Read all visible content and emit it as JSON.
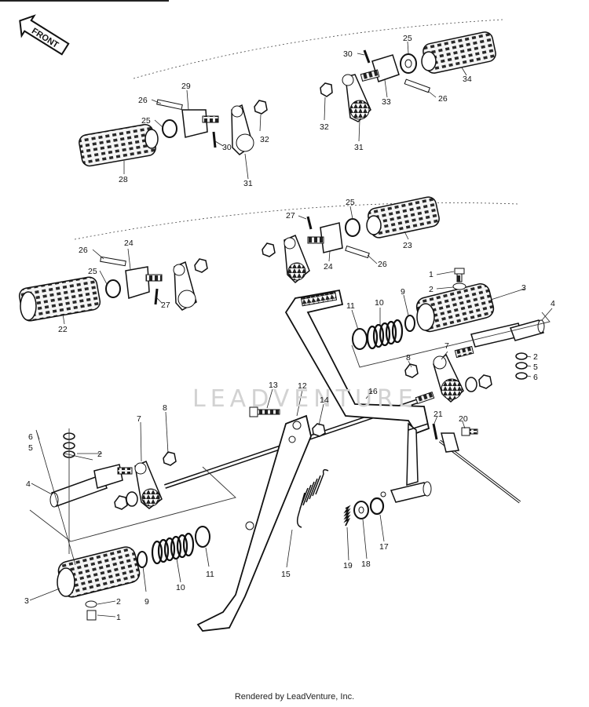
{
  "diagram": {
    "front_label": "FRONT",
    "watermark": "LEADVENTURE",
    "footer": "Rendered by LeadVenture, Inc.",
    "callouts": {
      "c30a": "30",
      "c25a": "25",
      "c34": "34",
      "c33": "33",
      "c26a": "26",
      "c32a": "32",
      "c31a": "31",
      "c26b": "26",
      "c29": "29",
      "c25b": "25",
      "c28": "28",
      "c30b": "30",
      "c32b": "32",
      "c31b": "31",
      "c27a": "27",
      "c25c": "25",
      "c23": "23",
      "c24a": "24",
      "c26c": "26",
      "c26d": "26",
      "c24b": "24",
      "c25d": "25",
      "c27b": "27",
      "c22": "22",
      "c1a": "1",
      "c2a": "2",
      "c3a": "3",
      "c11a": "11",
      "c10a": "10",
      "c9a": "9",
      "c4a": "4",
      "c7a": "7",
      "c8a": "8",
      "c2b": "2",
      "c5a": "5",
      "c6a": "6",
      "c16": "16",
      "c13": "13",
      "c12": "12",
      "c14": "14",
      "c21": "21",
      "c20": "20",
      "c6b": "6",
      "c5b": "5",
      "c2c": "2",
      "c7b": "7",
      "c8b": "8",
      "c4b": "4",
      "c3b": "3",
      "c2d": "2",
      "c1b": "1",
      "c9b": "9",
      "c10b": "10",
      "c11b": "11",
      "c15": "15",
      "c19": "19",
      "c18": "18",
      "c17": "17"
    }
  }
}
